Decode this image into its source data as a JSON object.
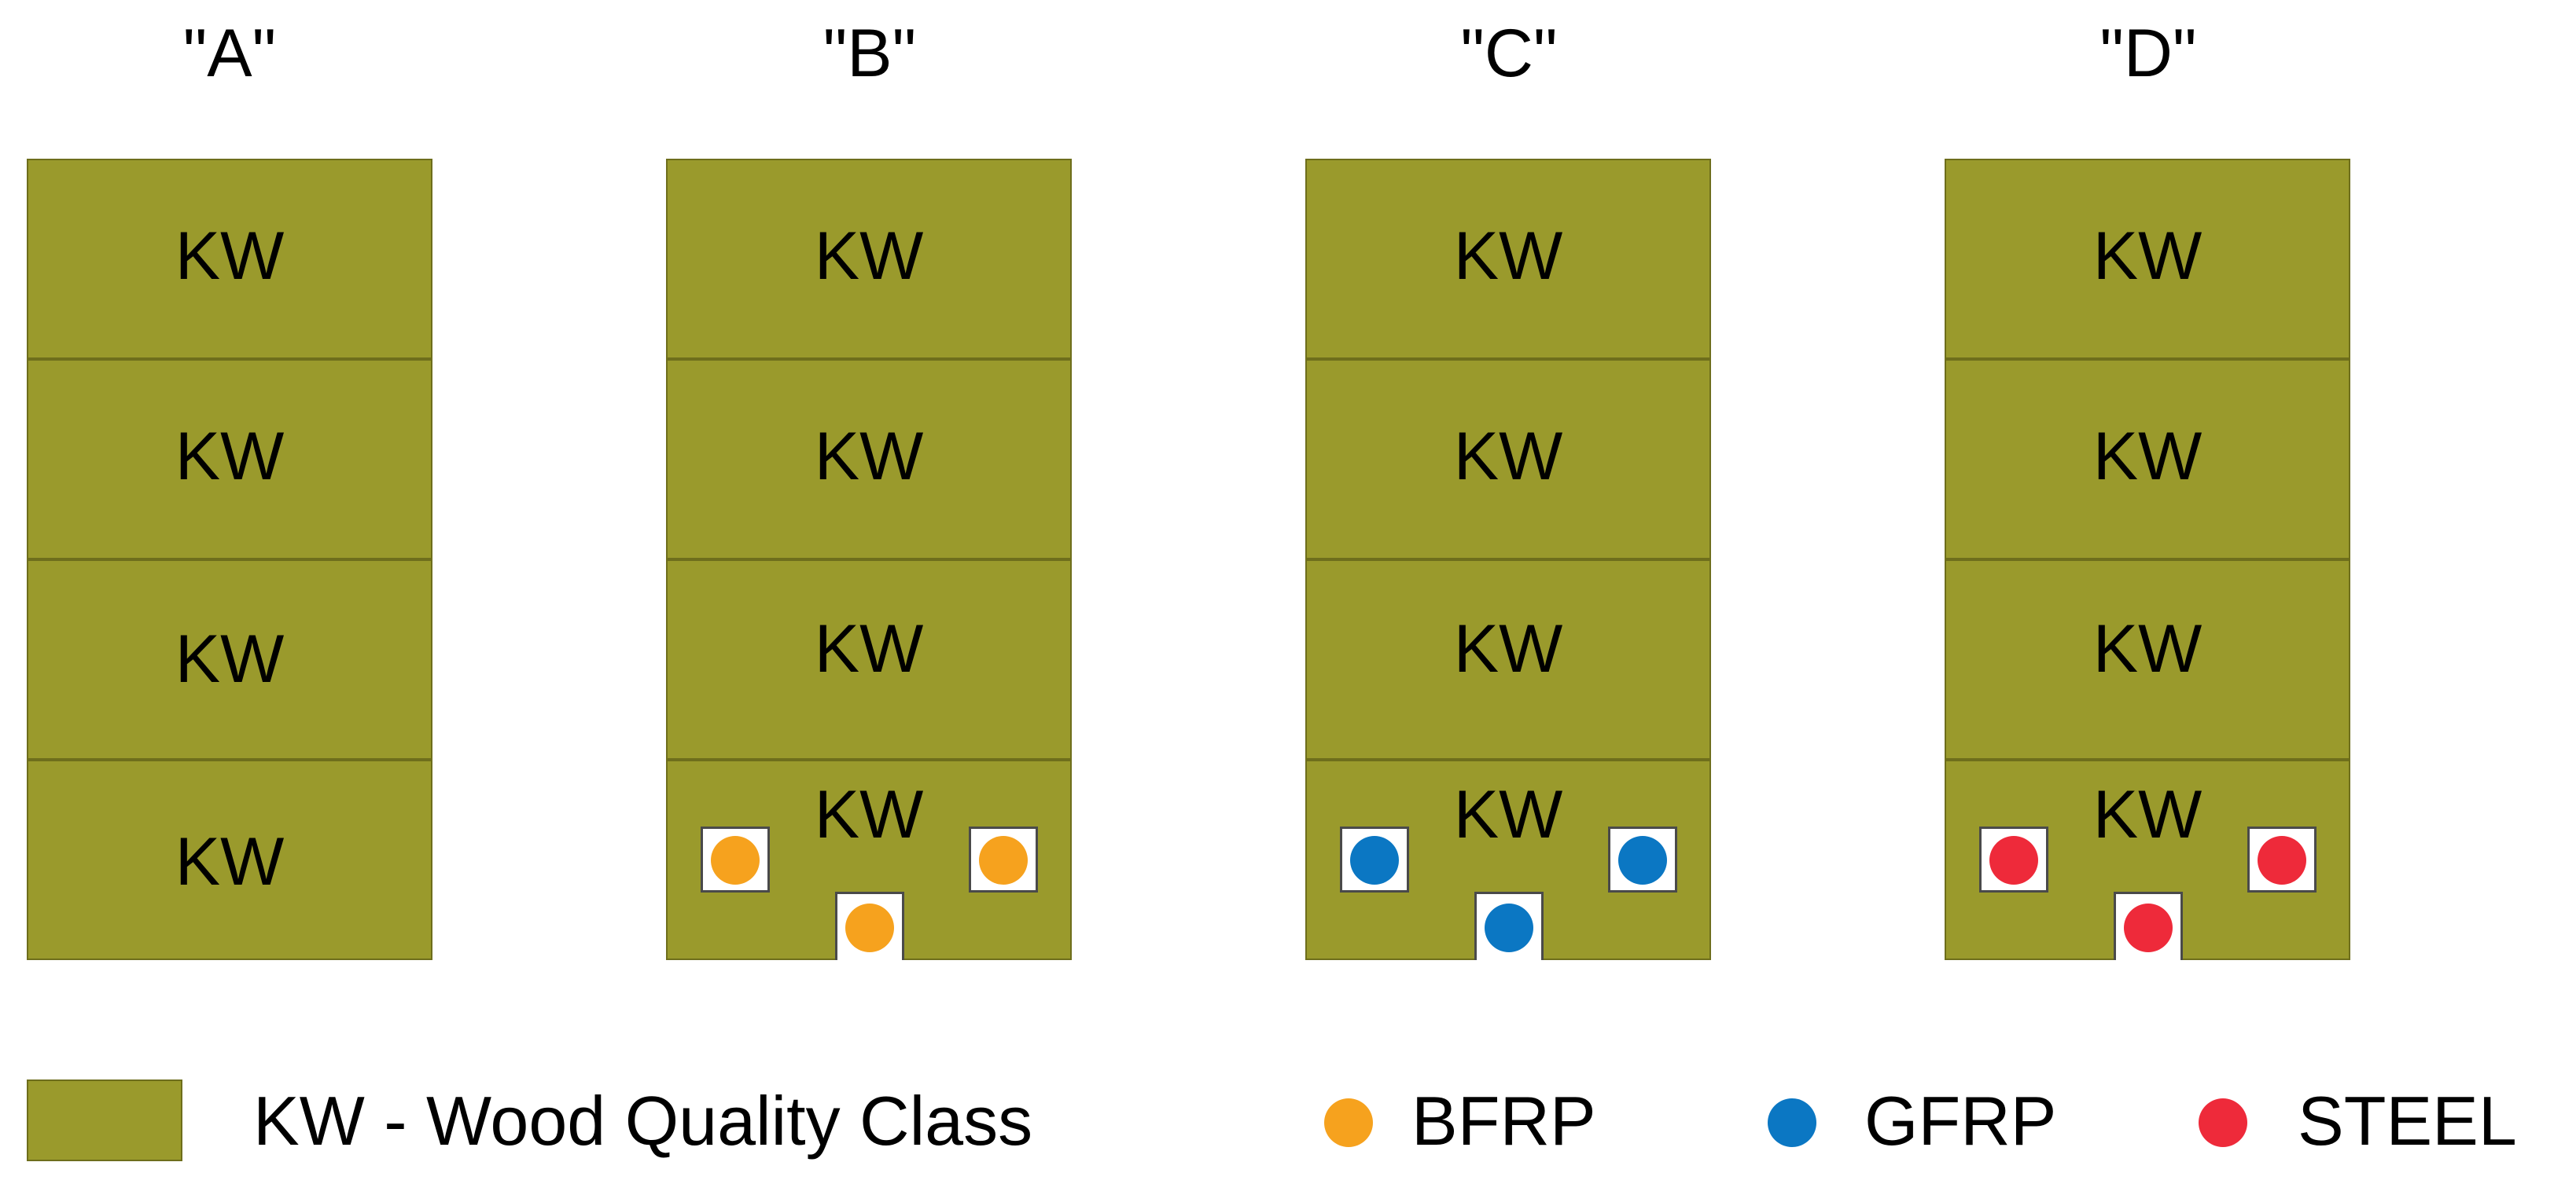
{
  "colors": {
    "wood": "#9a9a2c",
    "bfrp": "#f6a21e",
    "gfrp": "#0b77c3",
    "steel": "#ee2a3a"
  },
  "columns": [
    {
      "title": "\"A\"",
      "layers": [
        "KW",
        "KW",
        "KW",
        "KW"
      ],
      "reinforcement": "none"
    },
    {
      "title": "\"B\"",
      "layers": [
        "KW",
        "KW",
        "KW",
        "KW"
      ],
      "reinforcement": "bfrp"
    },
    {
      "title": "\"C\"",
      "layers": [
        "KW",
        "KW",
        "KW",
        "KW"
      ],
      "reinforcement": "gfrp"
    },
    {
      "title": "\"D\"",
      "layers": [
        "KW",
        "KW",
        "KW",
        "KW"
      ],
      "reinforcement": "steel"
    }
  ],
  "legend": {
    "wood_label": "KW - Wood Quality Class",
    "bfrp_label": "BFRP",
    "gfrp_label": "GFRP",
    "steel_label": "STEEL"
  }
}
